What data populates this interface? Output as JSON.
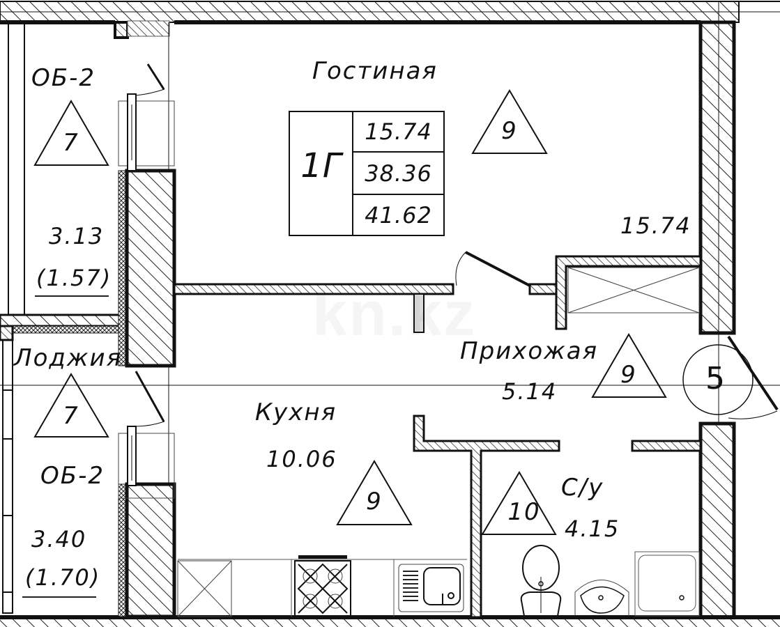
{
  "plan": {
    "unit_code": "1Г",
    "summary": {
      "living_area": "15.74",
      "total_living_area": "38.36",
      "total_area": "41.62"
    },
    "watermark": "kn.kz",
    "rooms": {
      "living_room": {
        "name": "Гостиная",
        "area": "15.74",
        "finish_class": "9"
      },
      "hallway": {
        "name": "Прихожая",
        "area": "5.14",
        "finish_class": "9"
      },
      "kitchen": {
        "name": "Кухня",
        "area": "10.06",
        "finish_class": "9"
      },
      "bathroom": {
        "name": "С/у",
        "area": "4.15",
        "finish_class": "10"
      },
      "loggia_top": {
        "name": "ОБ-2",
        "area": "3.13",
        "reduced_area": "(1.57)",
        "finish_class": "7"
      },
      "loggia_bottom": {
        "name": "ОБ-2",
        "title": "Лоджия",
        "area": "3.40",
        "reduced_area": "(1.70)",
        "finish_class": "7"
      }
    },
    "entrance_marker": "5",
    "colors": {
      "line": "#111111",
      "background": "#ffffff",
      "hatch": "#222222"
    }
  }
}
